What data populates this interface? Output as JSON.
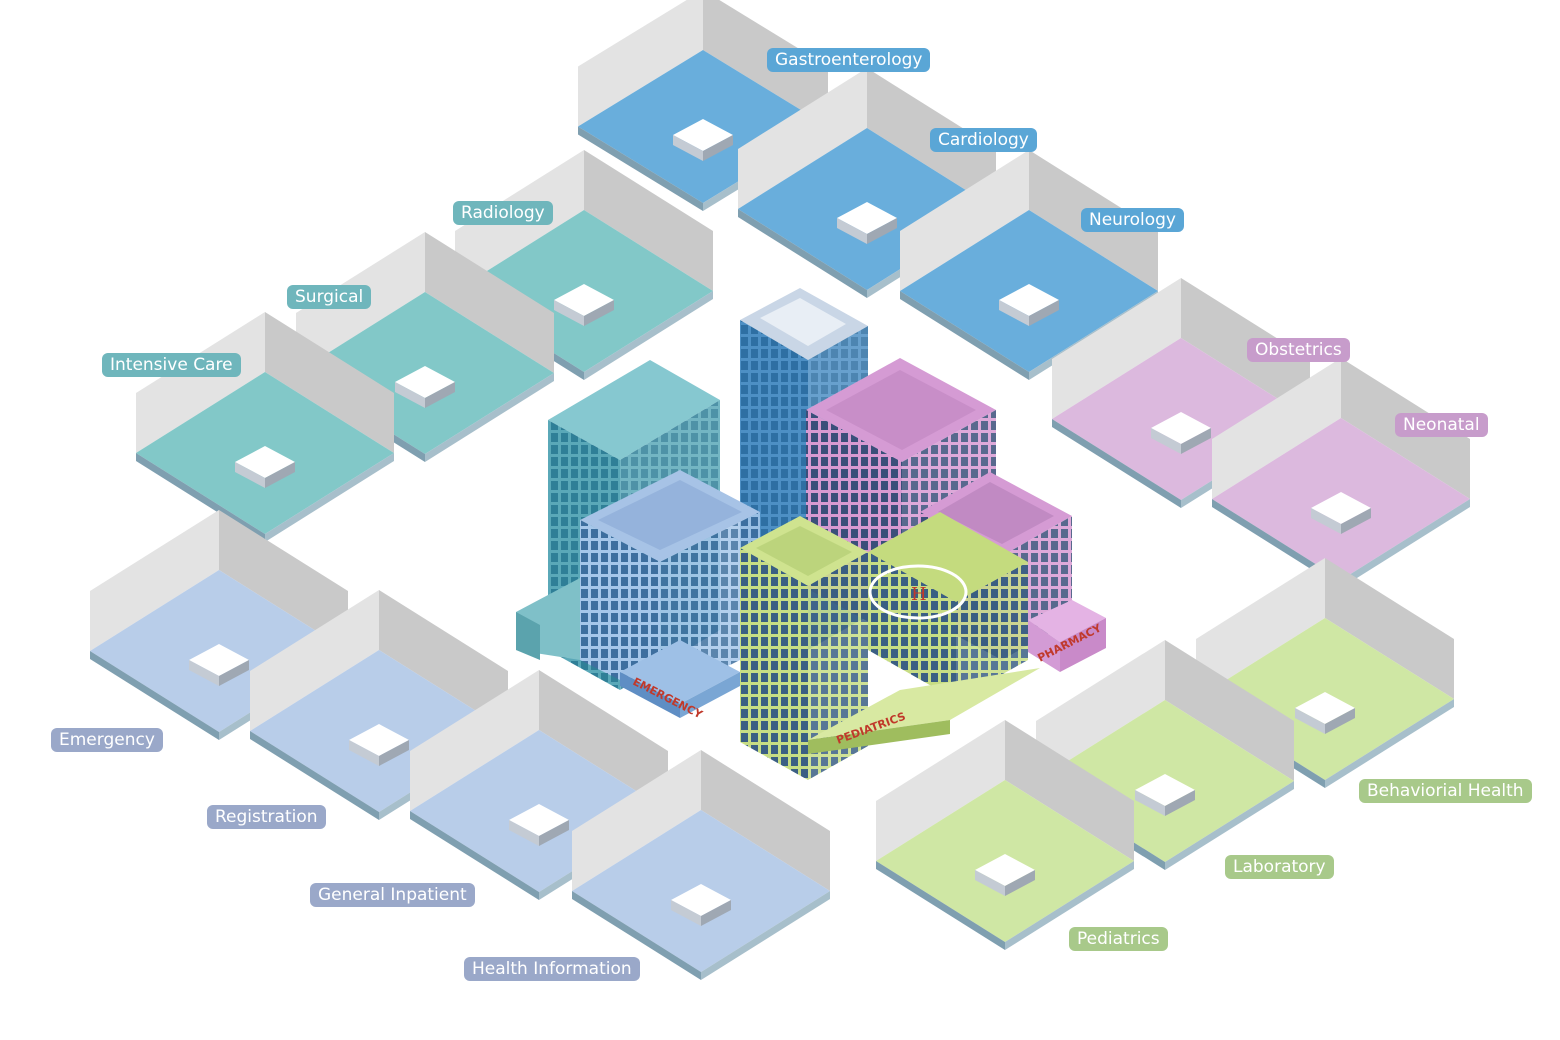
{
  "colors": {
    "blue_dept": "#5aa6d6",
    "teal_dept": "#6fb6bc",
    "violet_dept": "#c79ccb",
    "green_dept": "#a8c98a",
    "lavender_dept": "#9aa8c9",
    "floor_blue": "#69aedc",
    "floor_teal": "#82c8c8",
    "floor_violet": "#dcb9de",
    "floor_green": "#cfe7a4",
    "floor_lavender": "#b8cde9",
    "wall": "#d9d9d9"
  },
  "departments": [
    {
      "key": "gastro",
      "label": "Gastroenterology",
      "group": "blue"
    },
    {
      "key": "cardio",
      "label": "Cardiology",
      "group": "blue"
    },
    {
      "key": "neuro",
      "label": "Neurology",
      "group": "blue"
    },
    {
      "key": "radio",
      "label": "Radiology",
      "group": "teal"
    },
    {
      "key": "surgical",
      "label": "Surgical",
      "group": "teal"
    },
    {
      "key": "icu",
      "label": "Intensive Care",
      "group": "teal"
    },
    {
      "key": "obstetrics",
      "label": "Obstetrics",
      "group": "violet"
    },
    {
      "key": "neonatal",
      "label": "Neonatal",
      "group": "violet"
    },
    {
      "key": "emergency",
      "label": "Emergency",
      "group": "lavender"
    },
    {
      "key": "registration",
      "label": "Registration",
      "group": "lavender"
    },
    {
      "key": "inpatient",
      "label": "General Inpatient",
      "group": "lavender"
    },
    {
      "key": "healthinfo",
      "label": "Health Information",
      "group": "lavender"
    },
    {
      "key": "behavioral",
      "label": "Behaviorial Health",
      "group": "green"
    },
    {
      "key": "laboratory",
      "label": "Laboratory",
      "group": "green"
    },
    {
      "key": "pediatrics",
      "label": "Pediatrics",
      "group": "green"
    }
  ],
  "building_signs": {
    "emergency": "EMERGENCY",
    "pediatrics": "PEDIATRICS",
    "pharmacy": "PHARMACY",
    "helipad": "H"
  }
}
